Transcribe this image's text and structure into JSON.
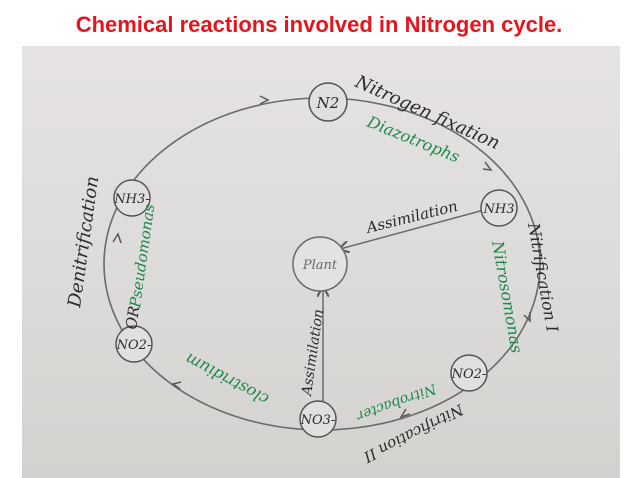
{
  "title": "Chemical reactions involved in Nitrogen cycle.",
  "colors": {
    "title": "#e8141c",
    "ink": "#2b2b2b",
    "green": "#1d8a4a",
    "line": "#6a6a6a"
  },
  "nodes": {
    "n2": "N2",
    "nh3": "NH3",
    "no2_right": "NO2-",
    "no3": "NO3-",
    "no2_left": "NO2-",
    "nh3_left": "NH3-",
    "plant": "Plant"
  },
  "labels": {
    "nitrogen_fixation": "Nitrogen fixation",
    "diazotrophs": "Diazotrophs",
    "assimilation_top": "Assimilation",
    "nitrification_1": "Nitrification I",
    "nitrosomonas": "Nitrosomonas",
    "nitrification_2": "Nitrification II",
    "nitrobacter": "Nitrobacter",
    "assimilation_mid": "Assimilation",
    "denitrification": "Denitrification",
    "pseudomonas": "Pseudomonas",
    "or": "OR",
    "clostridium": "clostridium"
  }
}
